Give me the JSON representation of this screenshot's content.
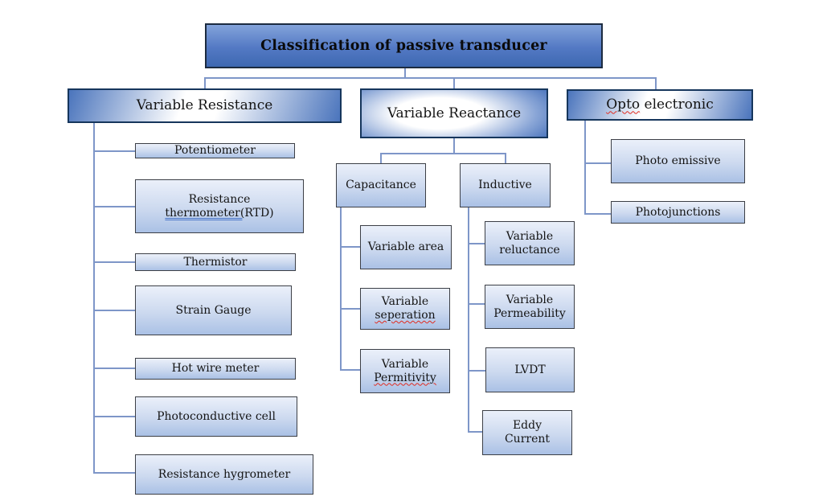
{
  "title": "Classification of passive transducer",
  "branch_resistance": {
    "label": "Variable Resistance",
    "children": {
      "potentiometer": "Potentiometer",
      "rtd": {
        "line1": "Resistance",
        "underlined": "thermometer(",
        "rest": "RTD)"
      },
      "thermistor": "Thermistor",
      "strain_gauge": "Strain Gauge",
      "hot_wire_meter": "Hot wire meter",
      "photoconductive_cell": "Photoconductive cell",
      "resistance_hygrometer": "Resistance hygrometer"
    }
  },
  "branch_reactance": {
    "label": "Variable Reactance",
    "capacitance": {
      "label": "Capacitance",
      "children": {
        "variable_area": "Variable area",
        "variable_seperation": {
          "line1": "Variable",
          "line2": "seperation"
        },
        "variable_permitivity": {
          "line1": "Variable",
          "line2": "Permitivity"
        }
      }
    },
    "inductive": {
      "label": "Inductive",
      "children": {
        "variable_reluctance": {
          "line1": "Variable",
          "line2": "reluctance"
        },
        "variable_permeability": {
          "line1": "Variable",
          "line2": "Permeability"
        },
        "lvdt": "LVDT",
        "eddy_current": {
          "line1": "Eddy",
          "line2": "Current"
        }
      }
    }
  },
  "branch_opto": {
    "label_word1": "Opto",
    "label_rest": " electronic",
    "children": {
      "photo_emissive": "Photo emissive",
      "photojunctions": "Photojunctions"
    }
  },
  "colors": {
    "connector": "#7e96c8",
    "title_gradient_top": "#83a3da",
    "title_gradient_bottom": "#3e68b1",
    "header_edge_blue": "#4a74bc",
    "child_gradient_top": "#ebf0fa",
    "child_gradient_bottom": "#aac1e5",
    "header_border": "#16365c",
    "child_border": "#3c3f46",
    "spellcheck_red": "#e02b20",
    "grammar_underline_blue": "#4a76c8"
  }
}
